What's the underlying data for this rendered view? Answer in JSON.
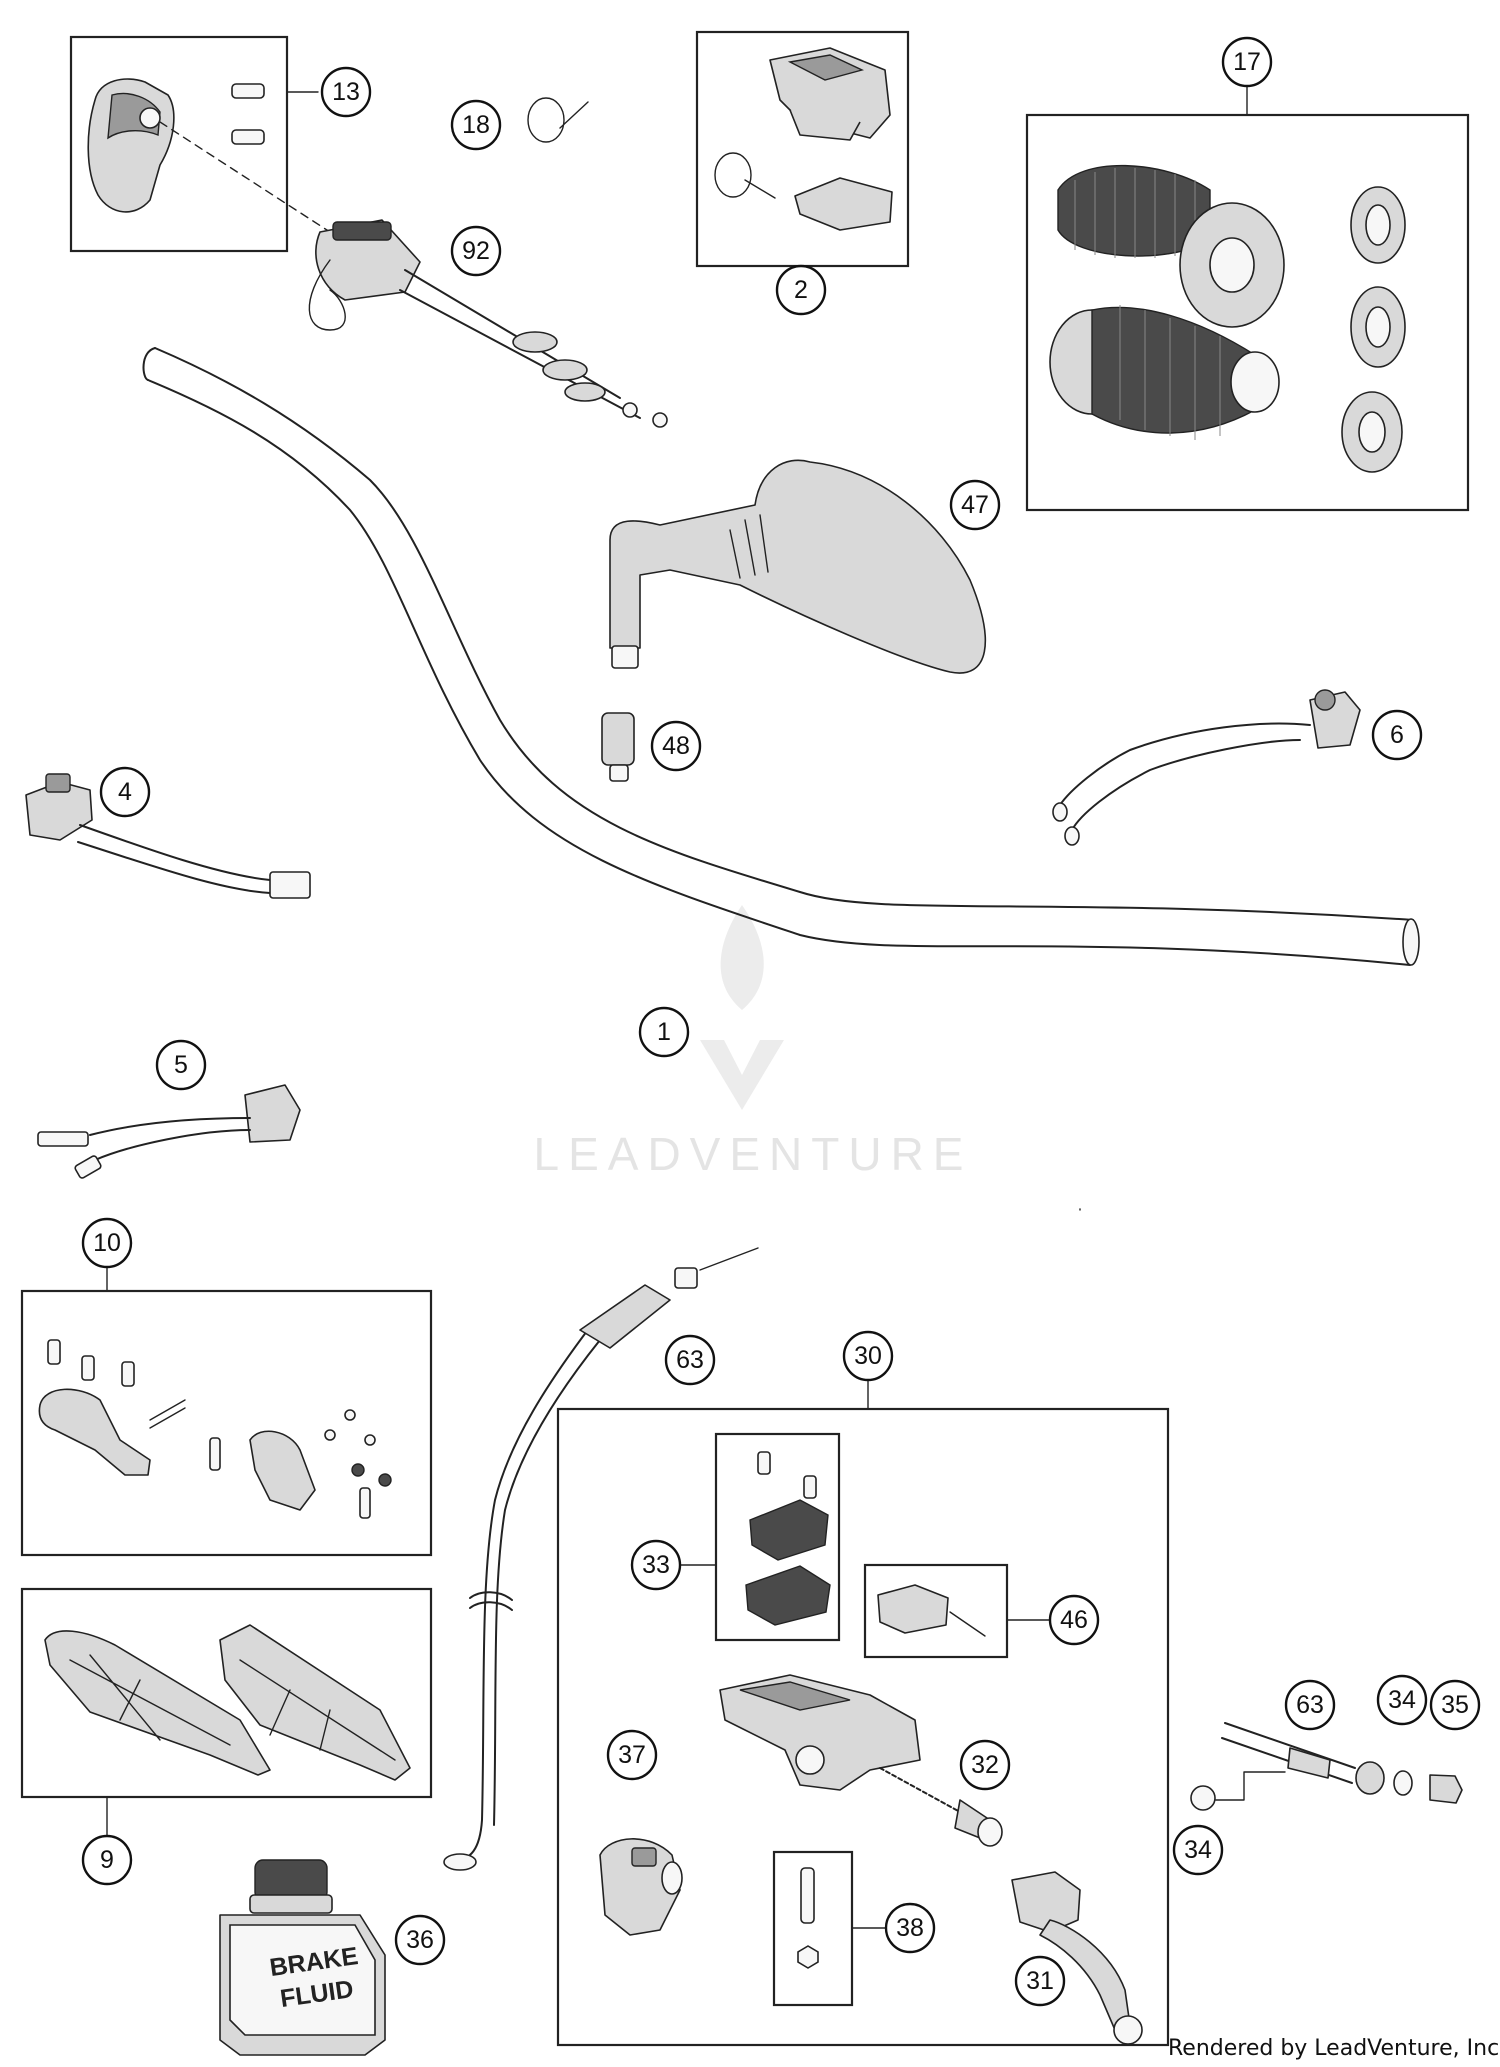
{
  "diagram": {
    "type": "exploded-parts-diagram",
    "watermark": "LEADVENTURE",
    "rendered_by": "Rendered by LeadVenture, Inc.",
    "bottle_label": [
      "BRAKE",
      "FLUID"
    ],
    "callouts": [
      "13",
      "18",
      "92",
      "2",
      "17",
      "47",
      "48",
      "4",
      "6",
      "1",
      "5",
      "10",
      "63",
      "30",
      "33",
      "46",
      "9",
      "37",
      "32",
      "38",
      "31",
      "36",
      "63",
      "34",
      "35",
      "34"
    ]
  }
}
